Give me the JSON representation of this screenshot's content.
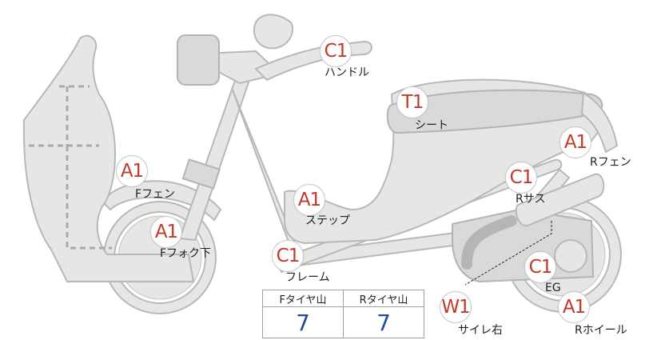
{
  "parts": [
    {
      "id": "handle",
      "code": "C1",
      "label": "ハンドル"
    },
    {
      "id": "seat",
      "code": "T1",
      "label": "シート"
    },
    {
      "id": "r-fender",
      "code": "A1",
      "label": "Rフェン"
    },
    {
      "id": "f-fender",
      "code": "A1",
      "label": "Fフェン"
    },
    {
      "id": "r-suspension",
      "code": "C1",
      "label": "Rサス"
    },
    {
      "id": "step",
      "code": "A1",
      "label": "ステップ"
    },
    {
      "id": "f-fork-lower",
      "code": "A1",
      "label": "Fフォク下"
    },
    {
      "id": "frame",
      "code": "C1",
      "label": "フレーム"
    },
    {
      "id": "engine",
      "code": "C1",
      "label": "EG"
    },
    {
      "id": "tire-wall-right",
      "code": "W1",
      "label": "サイレ右"
    },
    {
      "id": "r-wheel",
      "code": "A1",
      "label": "Rホイール"
    }
  ],
  "tread_table": {
    "headers": [
      "Fタイヤ山",
      "Rタイヤ山"
    ],
    "values": [
      "7",
      "7"
    ]
  },
  "colors": {
    "code_text": "#c0392b",
    "tread_value": "#1f4e9c",
    "part_fill": "#e6e6e4",
    "part_stroke": "#b8b8b6"
  }
}
